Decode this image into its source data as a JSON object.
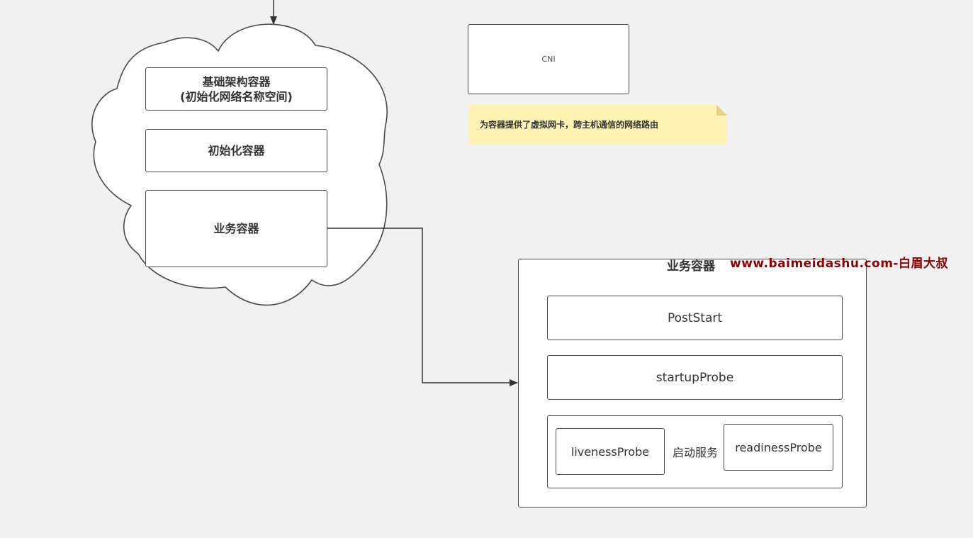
{
  "cloud": {
    "infra_container_line1": "基础架构容器",
    "infra_container_line2": "(初始化网络名称空间)",
    "init_container": "初始化容器",
    "business_container": "业务容器"
  },
  "cni": {
    "label": "CNI"
  },
  "note": {
    "text": "为容器提供了虚拟网卡，跨主机通信的网络路由",
    "color": "#fff3b3"
  },
  "container_detail": {
    "title": "业务容器",
    "post_start": "PostStart",
    "startup_probe": "startupProbe",
    "liveness_probe": "livenessProbe",
    "start_service": "启动服务",
    "readiness_probe": "readinessProbe"
  },
  "watermark": {
    "text": "www.baimeidashu.com-白眉大叔",
    "color": "#8b0000"
  },
  "colors": {
    "background": "#f1f1f1",
    "stroke": "#4a4a4a"
  }
}
